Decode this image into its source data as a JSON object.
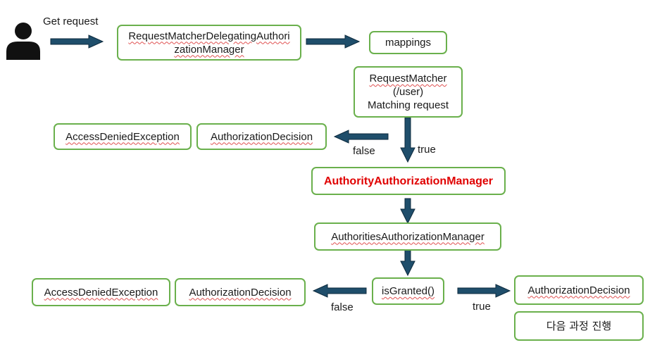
{
  "actor": {
    "label": "Get request"
  },
  "nodes": {
    "delegating_manager": "RequestMatcherDelegatingAuthorizationManager",
    "mappings": "mappings",
    "request_matcher": [
      "RequestMatcher",
      "(/user)",
      "Matching request"
    ],
    "access_denied_1": "AccessDeniedException",
    "authorization_decision_1": "AuthorizationDecision",
    "authority_manager": "AuthorityAuthorizationManager",
    "authorities_manager": "AuthoritiesAuthorizationManager",
    "is_granted": "isGranted()",
    "access_denied_2": "AccessDeniedException",
    "authorization_decision_2": "AuthorizationDecision",
    "authorization_decision_3": "AuthorizationDecision",
    "next_step": "다음 과정 진행"
  },
  "edges": {
    "false_1": "false",
    "true_1": "true",
    "false_2": "false",
    "true_2": "true"
  },
  "colors": {
    "box_border": "#6ab04c",
    "arrow": "#1f4e6b",
    "highlight": "#e00000",
    "person": "#111111"
  },
  "icons": {
    "actor": "person-icon"
  }
}
